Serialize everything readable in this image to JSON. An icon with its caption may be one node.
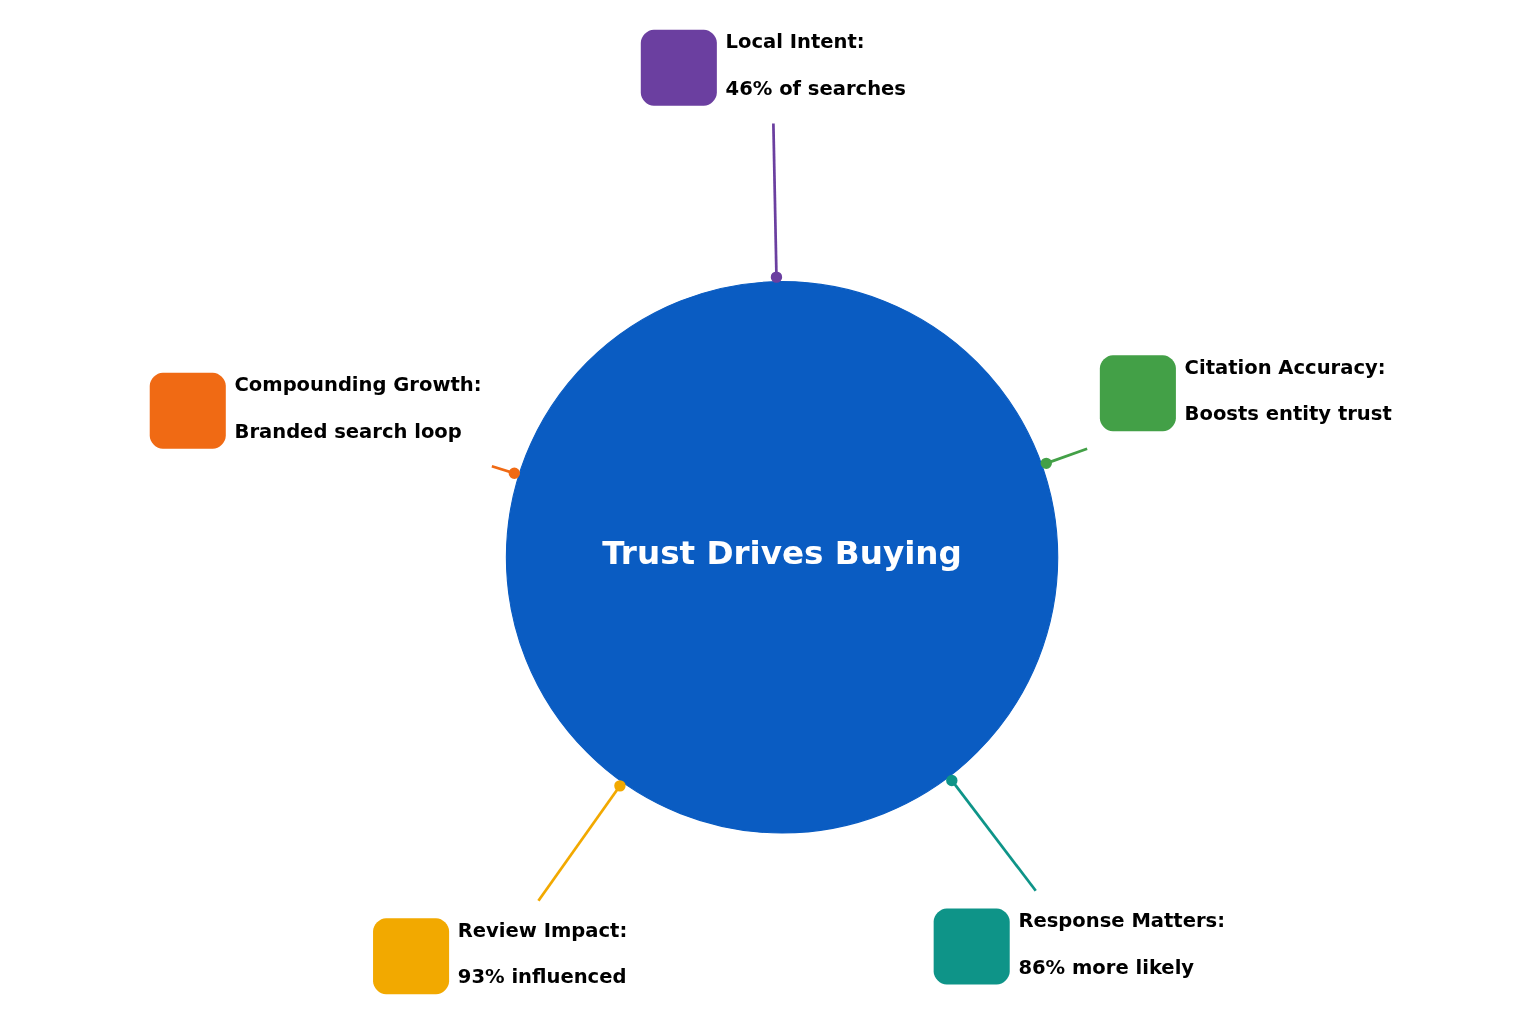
{
  "diagram": {
    "nodes": [
      {
        "text": [
          "Review Impact:",
          "93% influenced"
        ]
      },
      {
        "text": [
          "Response Matters:",
          "86% more likely"
        ]
      },
      {
        "text": [
          "Trust Drives Buying"
        ]
      },
      {
        "text": [
          "Local Intent:",
          "46% of searches"
        ]
      },
      {
        "text": [
          "Citation Accuracy:",
          "Boosts entity trust"
        ]
      },
      {
        "text": [
          "Compounding Growth:",
          "Branded search loop"
        ]
      }
    ],
    "edges": [
      {
        "from": 0,
        "to": 2,
        "arrow": "other",
        "color": "#f2a900"
      },
      {
        "from": 1,
        "to": 2,
        "arrow": "other",
        "color": "#0e9488"
      },
      {
        "from": 3,
        "to": 2,
        "arrow": "other",
        "color": "#6b3fa0"
      },
      {
        "from": 4,
        "to": 2,
        "arrow": "other",
        "color": "#43a047"
      },
      {
        "from": 5,
        "to": 2,
        "arrow": "other",
        "color": "#f06a14"
      }
    ]
  }
}
